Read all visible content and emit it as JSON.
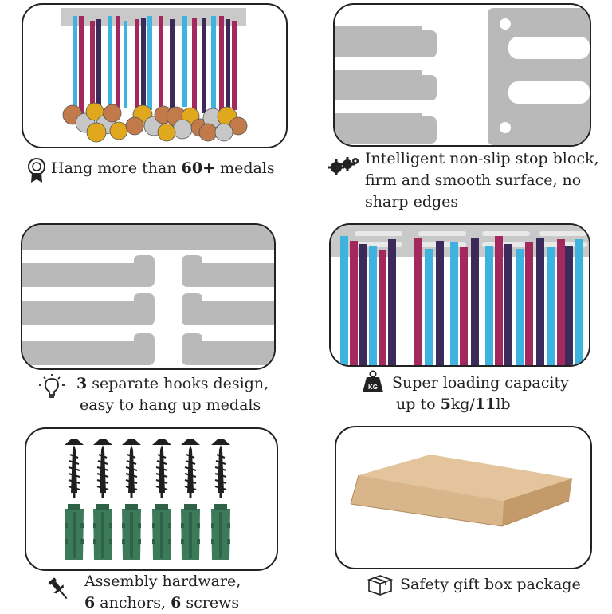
{
  "colors": {
    "rack_gray": "#b9b9b9",
    "ribbon_blue": "#3fb3e0",
    "ribbon_magenta": "#a3285e",
    "ribbon_purple": "#3b2a5a",
    "medal_gold": "#e0a81c",
    "medal_silver": "#c7c7c7",
    "medal_bronze": "#c27a4a",
    "screw_black": "#1f1f1f",
    "anchor_green": "#3d7a5a",
    "box_kraft": "#d8b58a"
  },
  "features": [
    {
      "icon": "medal-icon",
      "line1_pre": "Hang more than ",
      "line1_bold": "60+",
      "line1_post": " medals"
    },
    {
      "icon": "gears-icon",
      "line1": "Intelligent non-slip stop block,",
      "line2": "firm and smooth surface, no",
      "line3": "sharp edges"
    },
    {
      "icon": "lightbulb-icon",
      "line1_bold": "3",
      "line1_post": " separate hooks design,",
      "line2": "easy to hang up medals"
    },
    {
      "icon": "weight-icon",
      "icon_label": "KG",
      "line1": "Super loading capacity",
      "line2_pre": "up to ",
      "line2_bold1": "5",
      "line2_mid": "kg/",
      "line2_bold2": "11",
      "line2_post": "lb"
    },
    {
      "icon": "pushpin-icon",
      "line1": "Assembly hardware,",
      "line2_bold1": "6",
      "line2_mid": " anchors, ",
      "line2_bold2": "6",
      "line2_post": " screws"
    },
    {
      "icon": "gift-box-icon",
      "line1": "Safety gift box package"
    }
  ]
}
